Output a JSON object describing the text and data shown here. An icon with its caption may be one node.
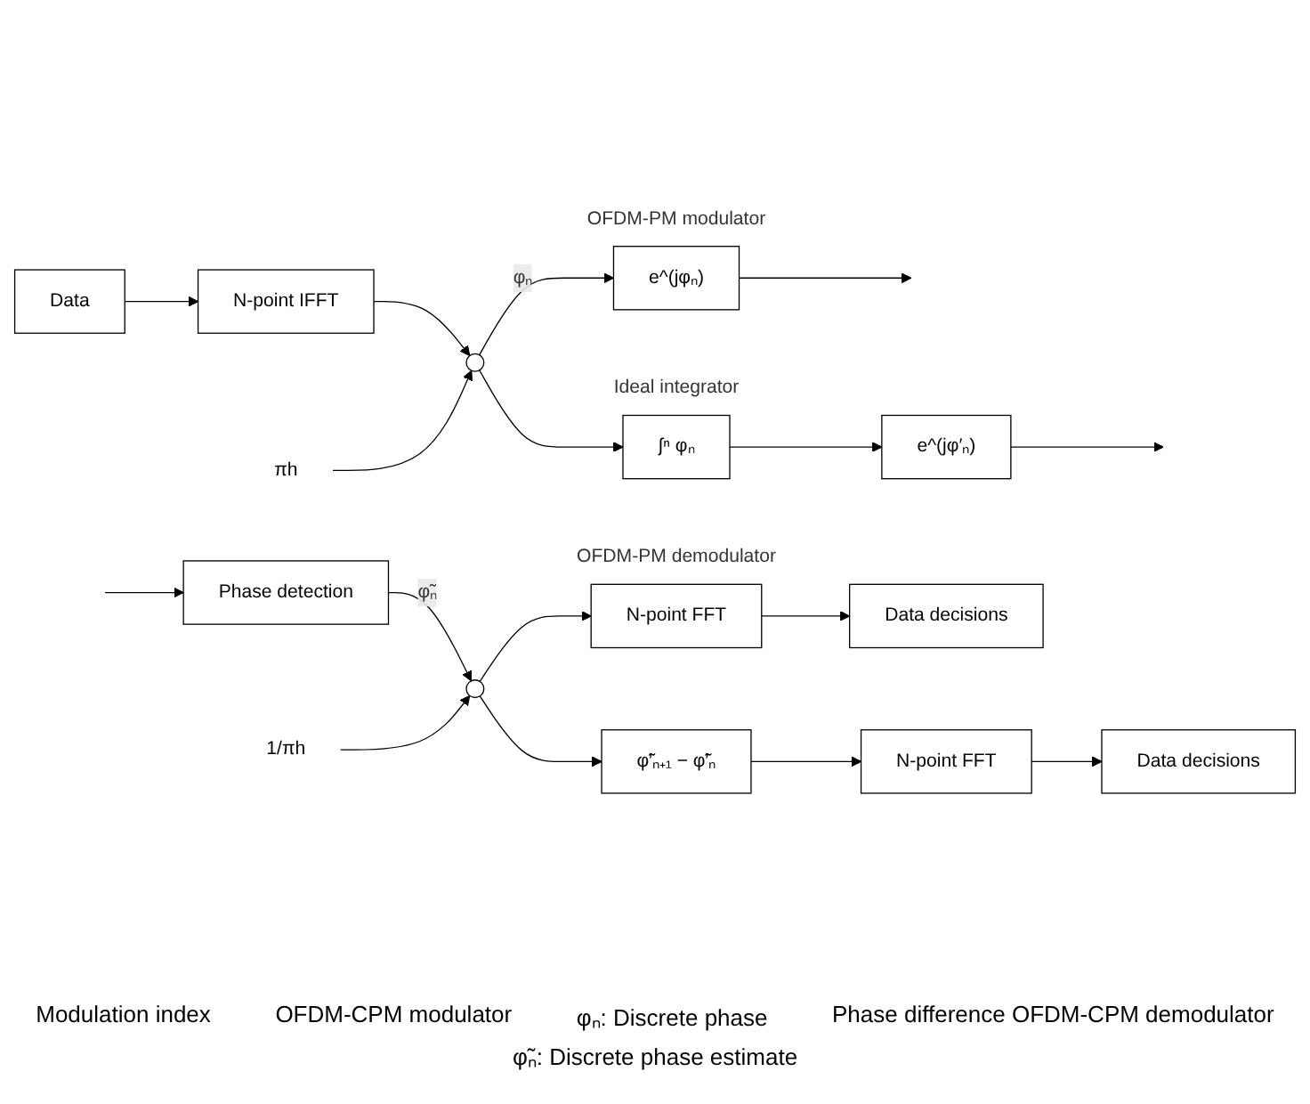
{
  "diagram": {
    "nodes": [
      {
        "text": [
          "Data"
        ]
      },
      {
        "text": [
          "N-point IFFT"
        ]
      },
      {
        "text": [],
        "shape": "circle"
      },
      {
        "text": [
          "πh"
        ]
      },
      {
        "text": [
          "e^(jφₙ)"
        ],
        "beside": [
          "OFDM-PM modulator"
        ]
      },
      {
        "text": [
          "∫ⁿ φₙ"
        ],
        "beside": [
          "Ideal integrator"
        ]
      },
      {
        "text": [
          "e^(jφ′ₙ)"
        ]
      },
      {
        "text": [
          "Phase detection"
        ]
      },
      {
        "text": [],
        "shape": "circle"
      },
      {
        "text": [
          "1/πh"
        ]
      },
      {
        "text": [
          "N-point FFT"
        ],
        "beside": [
          "OFDM-PM demodulator"
        ]
      },
      {
        "text": [
          "Data decisions"
        ]
      },
      {
        "text": [
          "φ̃′ₙ₊₁ − φ̃′ₙ"
        ]
      },
      {
        "text": [
          "N-point FFT"
        ]
      },
      {
        "text": [
          "Data decisions"
        ]
      }
    ],
    "edges": [
      {
        "from": 0,
        "to": 1,
        "arrow": "to"
      },
      {
        "from": 1,
        "to": 2,
        "arrow": "to"
      },
      {
        "from": 3,
        "to": 2,
        "arrow": "to"
      },
      {
        "from": 2,
        "to": 4,
        "arrow": "to",
        "label": "φₙ"
      },
      {
        "from": 2,
        "to": 5,
        "arrow": "to"
      },
      {
        "from": 5,
        "to": 6,
        "arrow": "to"
      },
      {
        "from": 4,
        "to": null,
        "arrow": "to"
      },
      {
        "from": 6,
        "to": null,
        "arrow": "to"
      },
      {
        "from": null,
        "to": 7,
        "arrow": "to"
      },
      {
        "from": 7,
        "to": 8,
        "arrow": "to",
        "label": "φ̃ₙ"
      },
      {
        "from": 9,
        "to": 8,
        "arrow": "to"
      },
      {
        "from": 8,
        "to": 10,
        "arrow": "to"
      },
      {
        "from": 10,
        "to": 11,
        "arrow": "to"
      },
      {
        "from": 8,
        "to": 12,
        "arrow": "to"
      },
      {
        "from": 12,
        "to": 13,
        "arrow": "to"
      },
      {
        "from": 13,
        "to": 14,
        "arrow": "to"
      }
    ],
    "labels": [
      "Modulation index",
      "OFDM-CPM modulator",
      "φₙ: Discrete phase",
      "Phase difference OFDM-CPM demodulator",
      "φ̃ₙ: Discrete phase estimate"
    ]
  }
}
